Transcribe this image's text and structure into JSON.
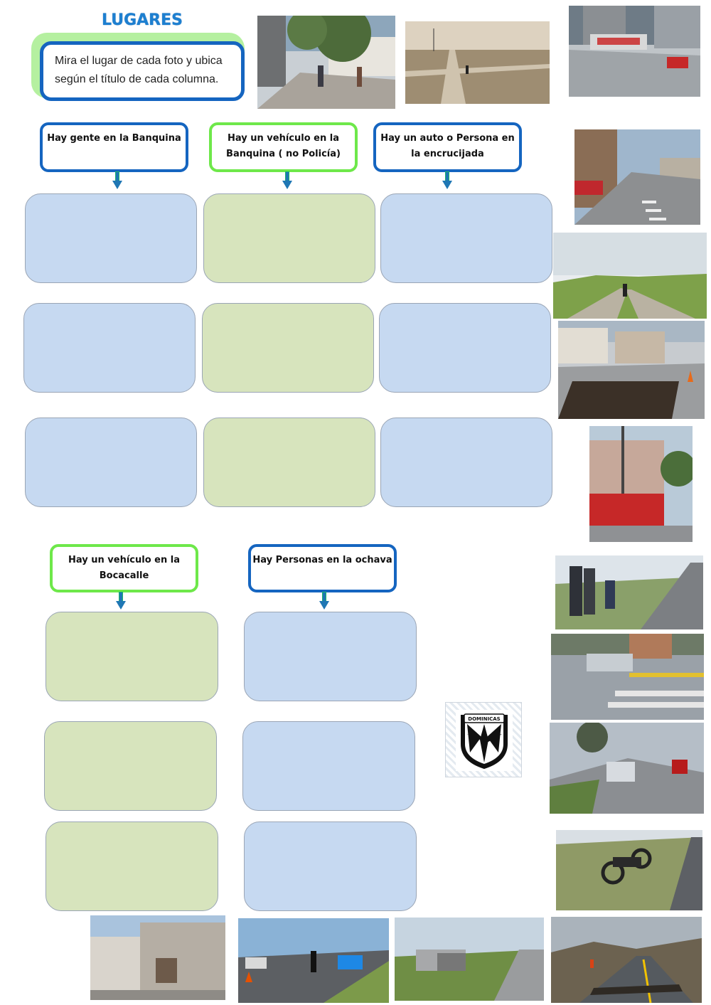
{
  "title": "LUGARES",
  "instructions": "Mira el lugar de cada foto y ubica según el título de cada columna.",
  "columns_top": [
    {
      "label": "Hay gente en la Banquina",
      "color": "#1565c0"
    },
    {
      "label": "Hay un vehículo en la Banquina ( no Policía)",
      "color": "#6ee84a"
    },
    {
      "label": "Hay un auto o Persona en la encrucijada",
      "color": "#1565c0"
    }
  ],
  "columns_bottom": [
    {
      "label": "Hay un vehículo en la Bocacalle",
      "color": "#6ee84a"
    },
    {
      "label": "Hay Personas en la ochava",
      "color": "#1565c0"
    }
  ],
  "drop_box_colors": {
    "blue": "#c6d9f1",
    "green": "#d7e4bd"
  },
  "logo": {
    "text": "DOMINICAS",
    "icon": "shield-cross-icon"
  },
  "photos": [
    "sidewalk-street-photo",
    "crossroad-field-photo",
    "city-intersection-photo",
    "crosswalk-street-photo",
    "forked-path-photo",
    "corner-repair-photo",
    "corner-building-photo",
    "roadside-workers-photo",
    "speed-bump-crossing-photo",
    "highway-traffic-photo",
    "motorcycle-shoulder-photo",
    "old-corner-house-photo",
    "police-checkpoint-photo",
    "crashed-truck-photo",
    "cracked-road-photo"
  ]
}
